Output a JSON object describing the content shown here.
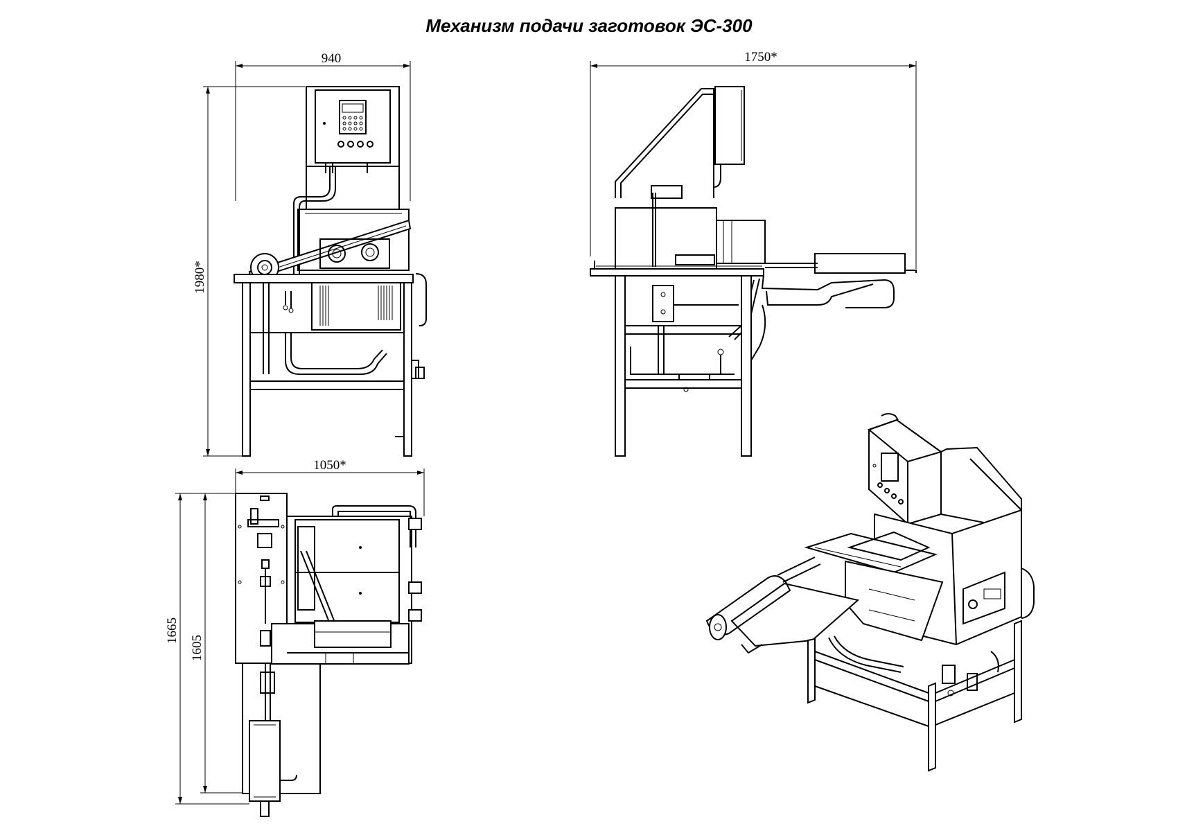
{
  "title": "Механизм подачи заготовок ЭС-300",
  "dimensions": {
    "front_width": "940",
    "side_length": "1750*",
    "front_height": "1980*",
    "top_width": "1050*",
    "top_depth_outer": "1665",
    "top_depth_inner": "1605"
  },
  "views": [
    {
      "name": "front-view"
    },
    {
      "name": "side-view"
    },
    {
      "name": "top-view"
    },
    {
      "name": "isometric-view"
    }
  ]
}
